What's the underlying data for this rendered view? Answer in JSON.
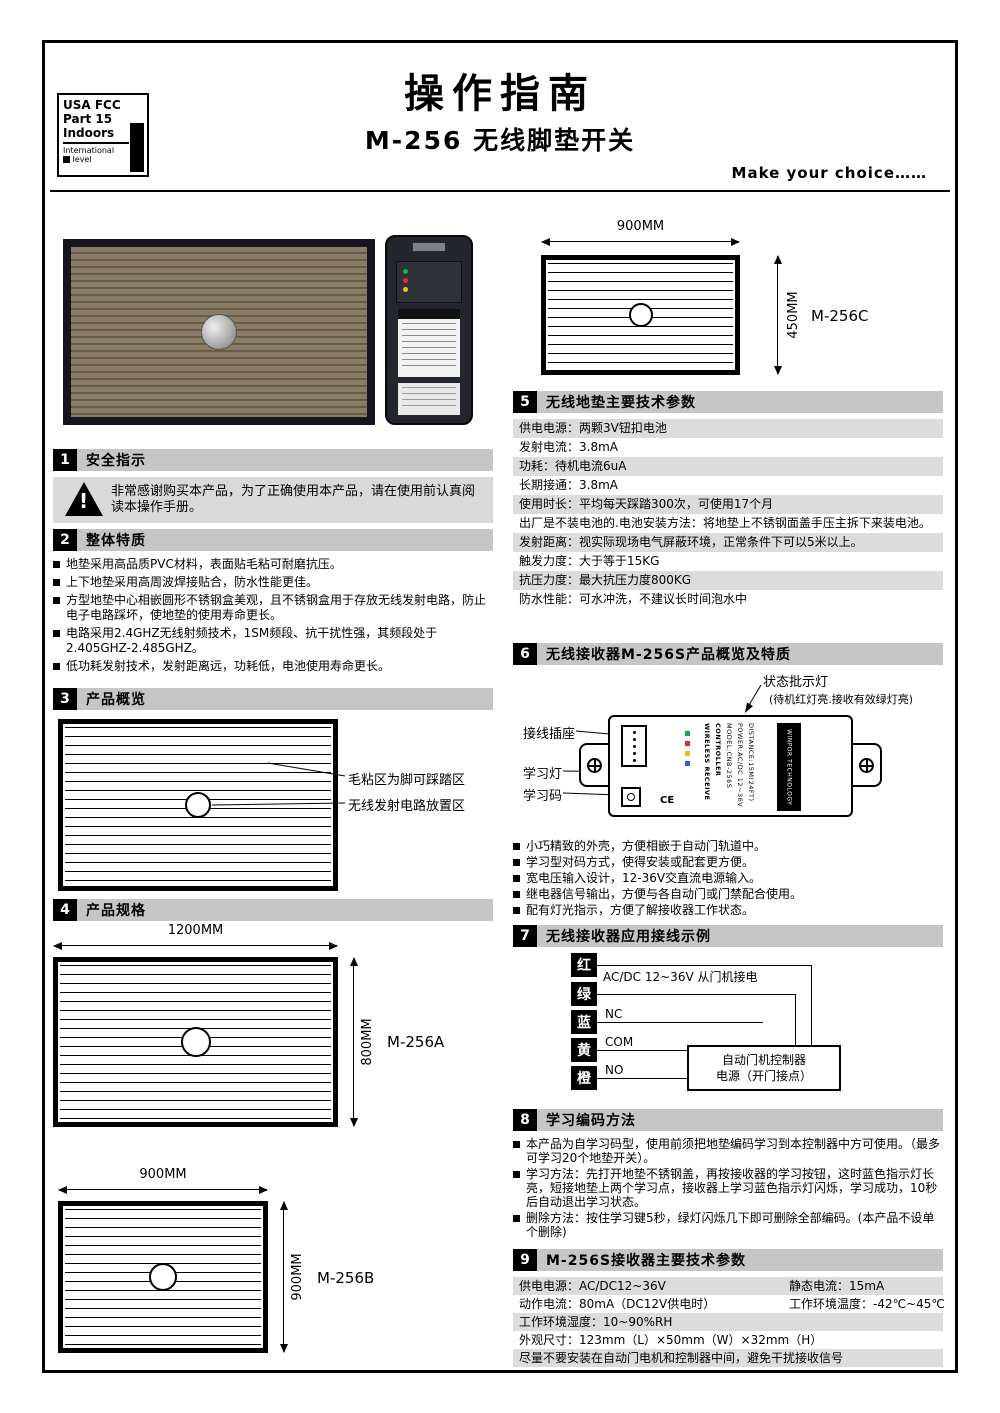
{
  "header": {
    "title": "操作指南",
    "subtitle": "M-256 无线脚垫开关",
    "tagline": "Make  your choice……"
  },
  "fcc": {
    "line1": "USA FCC",
    "line2": "Part 15",
    "line3": "Indoors",
    "line4": "International",
    "line5": "level"
  },
  "overview_labels": {
    "fleece": "毛粘区为脚可踩踏区",
    "circuit": "无线发射电路放置区"
  },
  "models": {
    "m256a": {
      "width": "1200MM",
      "height": "800MM",
      "name": "M-256A"
    },
    "m256b": {
      "width": "900MM",
      "height": "900MM",
      "name": "M-256B"
    },
    "m256c": {
      "width": "900MM",
      "height": "450MM",
      "name": "M-256C"
    }
  },
  "s1": {
    "num": "1",
    "title": "安全指示",
    "warning": "非常感谢购买本产品，为了正确使用本产品，请在使用前认真阅读本操作手册。"
  },
  "s2": {
    "num": "2",
    "title": "整体特质",
    "bullets": [
      "地垫采用高品质PVC材料，表面贴毛粘可耐磨抗压。",
      "上下地垫采用高周波焊接贴合，防水性能更佳。",
      "方型地垫中心相嵌圆形不锈钢盒美观，且不锈钢盒用于存放无线发射电路，防止电子电路踩坏，使地垫的使用寿命更长。",
      "电路采用2.4GHZ无线射频技术，1SM频段、抗干扰性强，其频段处于2.405GHZ-2.485GHZ。",
      "低功耗发射技术，发射距离远，功耗低，电池使用寿命更长。"
    ]
  },
  "s3": {
    "num": "3",
    "title": "产品概览"
  },
  "s4": {
    "num": "4",
    "title": "产品规格"
  },
  "s5": {
    "num": "5",
    "title": "无线地垫主要技术参数",
    "rows": [
      "供电电源：两颗3V钮扣电池",
      "发射电流：3.8mA",
      "功耗：待机电流6uA",
      "长期接通：3.8mA",
      "使用时长：平均每天踩踏300次，可使用17个月",
      "出厂是不装电池的.电池安装方法：将地垫上不锈钢面盖手压主拆下来装电池。",
      "发射距离：视实际现场电气屏蔽环境，正常条件下可以5米以上。",
      "触发力度：大于等于15KG",
      "抗压力度：最大抗压力度800KG",
      "防水性能：可水冲洗，不建议长时间泡水中"
    ]
  },
  "s6": {
    "num": "6",
    "title": "无线接收器M-256S产品概览及特质",
    "status_label": "状态批示灯",
    "status_note": "(待机红灯亮.接收有效绿灯亮)",
    "terminal_label": "接线插座",
    "learn_led_label": "学习灯",
    "learn_code_label": "学习码",
    "device": {
      "l1": "WIRELESS RECEIVE",
      "l2": "CONTROLLER",
      "l3": "MODEL:CNB-256S",
      "l4": "POWER:AC/DC 12~36V",
      "l5": "DISTANCE:15M(24FT)",
      "l6": "WINPOR TECHNOLOGY",
      "ce": "CE"
    },
    "bullets": [
      "小巧精致的外壳，方便相嵌于自动门轨道中。",
      "学习型对码方式，使得安装或配套更方便。",
      "宽电压输入设计，12-36V交直流电源输入。",
      "继电器信号输出，方便与各自动门或门禁配合使用。",
      "配有灯光指示，方便了解接收器工作状态。"
    ]
  },
  "s7": {
    "num": "7",
    "title": "无线接收器应用接线示例",
    "wires": [
      "红",
      "绿",
      "蓝",
      "黄",
      "橙"
    ],
    "power_label": "AC/DC 12~36V 从门机接电",
    "nc": "NC",
    "com": "COM",
    "no": "NO",
    "controller_line1": "自动门机控制器",
    "controller_line2": "电源（开门接点）"
  },
  "s8": {
    "num": "8",
    "title": "学习编码方法",
    "bullets": [
      "本产品为自学习码型，使用前须把地垫编码学习到本控制器中方可使用。（最多可学习20个地垫开关）。",
      "学习方法：先打开地垫不锈钢盖，再按接收器的学习按钮，这时蓝色指示灯长亮，短接地垫上两个学习点，接收器上学习蓝色指示灯闪烁，学习成功，10秒后自动退出学习状态。",
      "删除方法：按住学习键5秒，绿灯闪烁几下即可删除全部编码。(本产品不设单个删除)"
    ]
  },
  "s9": {
    "num": "9",
    "title": "M-256S接收器主要技术参数",
    "rows": [
      {
        "c1": "供电电源：AC/DC12~36V",
        "c2": "静态电流：15mA"
      },
      {
        "c1": "动作电流：80mA（DC12V供电时）",
        "c2": "工作环境温度：-42℃~45℃"
      },
      {
        "c1": "工作环境湿度：10~90%RH",
        "c2": ""
      },
      {
        "c1": "外观尺寸：123mm（L）×50mm（W）×32mm（H）",
        "c2": ""
      },
      {
        "c1": "尽量不要安装在自动门电机和控制器中间，避免干扰接收信号",
        "c2": ""
      }
    ]
  }
}
